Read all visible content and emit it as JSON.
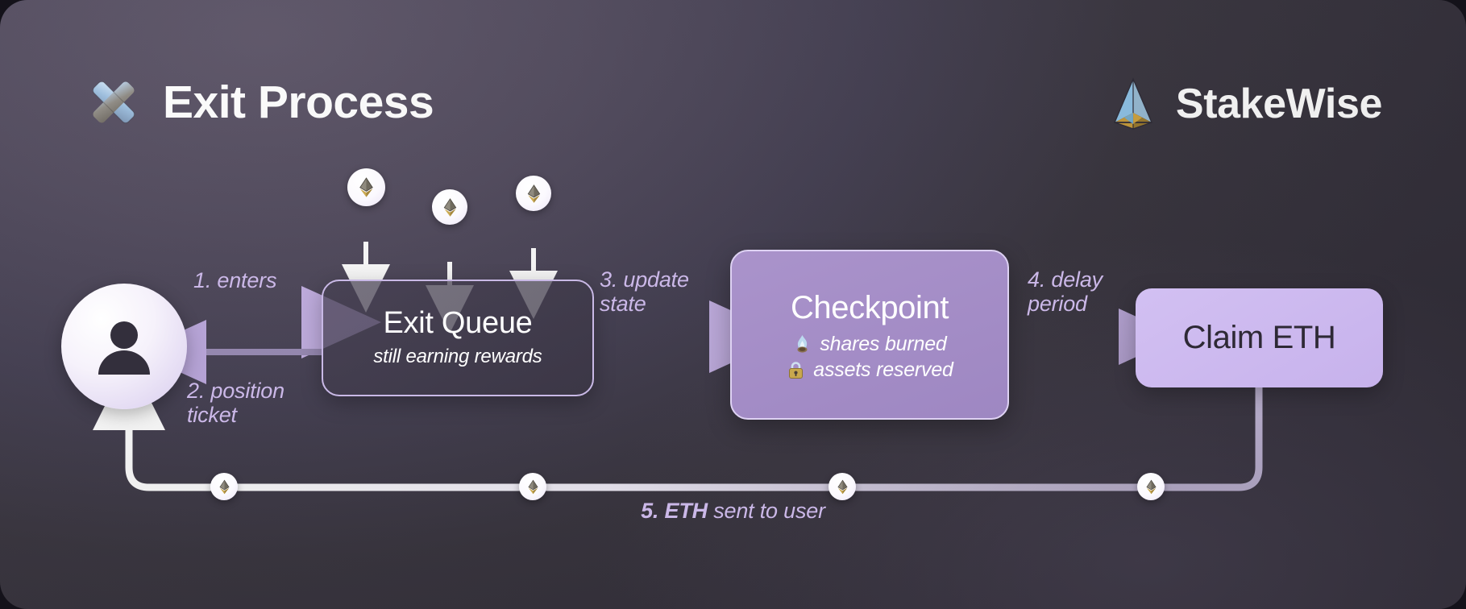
{
  "header": {
    "title": "Exit Process",
    "title_icon": "x-cross-icon",
    "brand": "StakeWise",
    "brand_icon": "stakewise-pyramid-logo"
  },
  "colors": {
    "background_start": "#5d5568",
    "background_end": "#332f3a",
    "accent_lavender": "#cbb8e8",
    "checkpoint_fill": "#a792c9",
    "claim_fill": "#cbb8ee",
    "claim_text": "#2e2935",
    "node_border": "#c9b9e6",
    "text_white": "#ffffff"
  },
  "nodes": {
    "user": {
      "name": "user-avatar",
      "icon": "person-icon"
    },
    "exit_queue": {
      "title": "Exit Queue",
      "subtitle": "still earning rewards"
    },
    "checkpoint": {
      "title": "Checkpoint",
      "lines": [
        {
          "emoji": "fire-emoji",
          "text": "shares burned"
        },
        {
          "emoji": "lock-emoji",
          "text": "assets reserved"
        }
      ]
    },
    "claim": {
      "title": "Claim ETH"
    }
  },
  "steps": [
    {
      "id": "step-1",
      "text": "1. enters"
    },
    {
      "id": "step-2",
      "text": "2. position\nticket"
    },
    {
      "id": "step-3",
      "text": "3. update\nstate"
    },
    {
      "id": "step-4",
      "text": "4. delay\nperiod"
    },
    {
      "id": "step-5",
      "bold": "5. ETH",
      "rest": " sent to user"
    }
  ],
  "eth_badges": {
    "top_count": 3,
    "bottom_count": 4,
    "icon": "ethereum-icon"
  }
}
